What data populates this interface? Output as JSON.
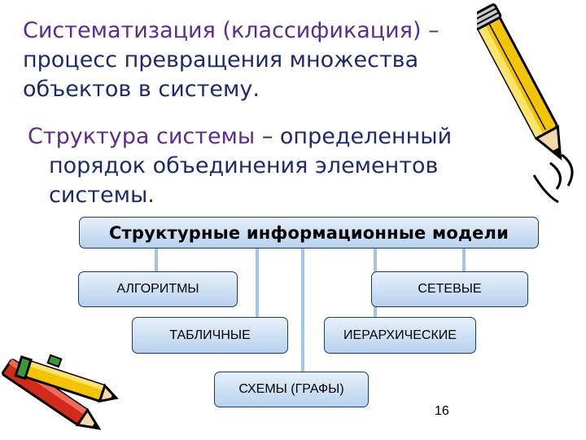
{
  "paragraph1": {
    "line1": "Систематизация (классификация) –",
    "line2": "процесс превращения множества",
    "line3": "объектов в систему."
  },
  "paragraph2": {
    "term": "Структура системы",
    "line1_rest": " – определенный",
    "line2": "порядок объединения элементов",
    "line3": "системы."
  },
  "diagram": {
    "header": "Структурные информационные модели",
    "boxes": {
      "algo": "АЛГОРИТМЫ",
      "net": "СЕТЕВЫЕ",
      "table": "ТАБЛИЧНЫЕ",
      "hier": "ИЕРАРХИЧЕСКИЕ",
      "graph": "СХЕМЫ (ГРАФЫ)"
    }
  },
  "page_number": "16",
  "colors": {
    "connector": "#a7c3e3",
    "box_border": "#1f3b5c",
    "pencil_yellow": "#f5c400",
    "pencil_red": "#d42a1c",
    "term_purple": "#5b2d8c"
  },
  "icons": [
    "pencil-clipart-icon",
    "pencils-clipart-icon"
  ]
}
